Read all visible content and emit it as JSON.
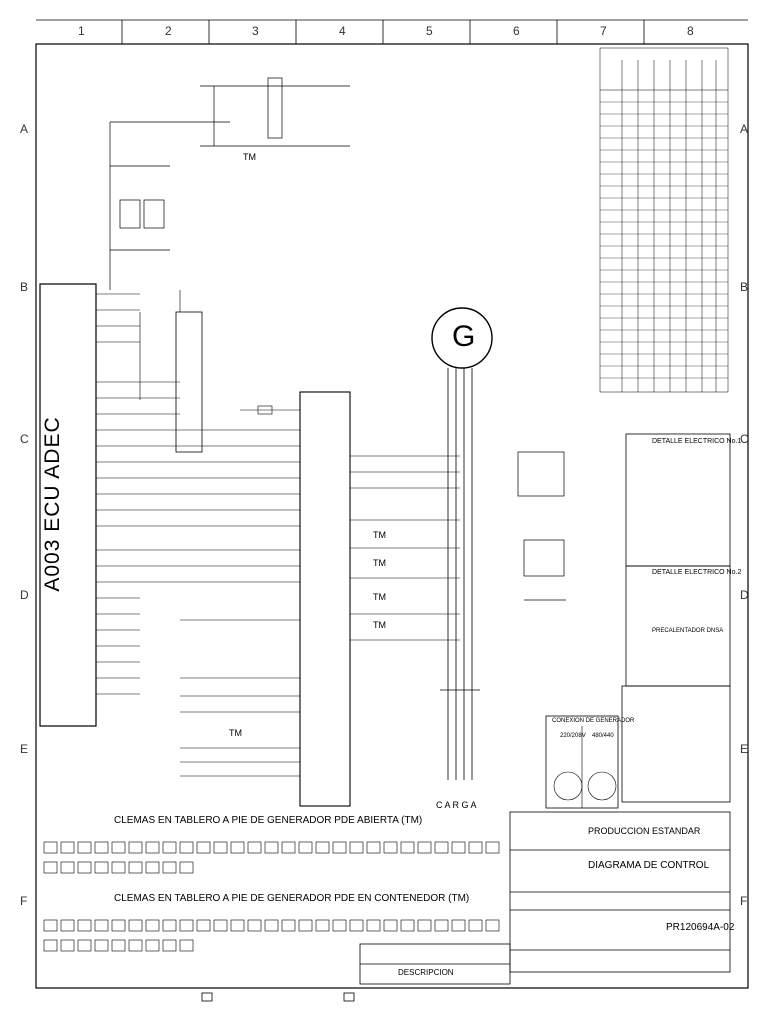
{
  "zones": {
    "columns": [
      "1",
      "2",
      "3",
      "4",
      "5",
      "6",
      "7",
      "8"
    ],
    "rows": [
      "A",
      "B",
      "C",
      "D",
      "E",
      "F"
    ]
  },
  "ecu_label": "A003 ECU ADEC",
  "generator_symbol": "G",
  "tm_labels": [
    "TM",
    "TM",
    "TM",
    "TM",
    "TM",
    "TM"
  ],
  "carga_label": "C A R G A",
  "detail_1_title": "DETALLE ELECTRICO No.1",
  "detail_2_title": "DETALLE ELECTRICO No.2",
  "precalentador_label": "PRECALENTADOR DNSA",
  "conexion_title": "CONEXION DE GENERADOR",
  "conexion_options": [
    "220/208V",
    "480/440"
  ],
  "terminals_open_title": "CLEMAS EN TABLERO A PIE DE GENERADOR PDE ABIERTA  (TM)",
  "terminals_container_title": "CLEMAS EN TABLERO A PIE DE GENERADOR PDE EN CONTENEDOR  (TM)",
  "title_block": {
    "produccion": "PRODUCCION ESTANDAR",
    "diagram_title": "DIAGRAMA DE CONTROL",
    "drawing_number": "PR120694A-02",
    "descripcion": "DESCRIPCION"
  }
}
